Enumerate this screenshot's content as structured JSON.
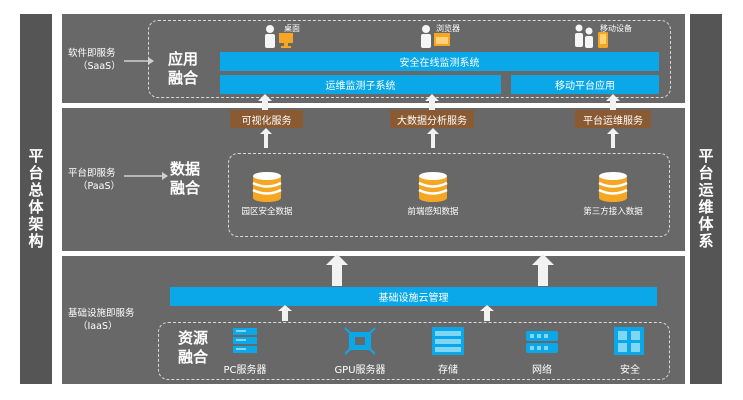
{
  "left_pillar": "平台总体架构",
  "right_pillar": "平台运维体系",
  "saas": {
    "layer_line1": "软件即服务",
    "layer_line2": "（SaaS）",
    "fusion": [
      "应用",
      "融合"
    ],
    "devices": [
      "桌面",
      "浏览器",
      "移动设备"
    ],
    "system_bar": "安全在线监测系统",
    "subsystems": [
      "运维监测子系统",
      "移动平台应用"
    ]
  },
  "paas": {
    "layer_line1": "平台即服务",
    "layer_line2": "（PaaS）",
    "fusion": [
      "数据",
      "融合"
    ],
    "services": [
      "可视化服务",
      "大数据分析服务",
      "平台运维服务"
    ],
    "databases": [
      "园区安全数据",
      "前端感知数据",
      "第三方接入数据"
    ]
  },
  "iaas": {
    "layer_line1": "基础设施即服务",
    "layer_line2": "（IaaS）",
    "fusion": [
      "资源",
      "融合"
    ],
    "cloud_bar": "基础设施云管理",
    "resources": [
      "PC服务器",
      "GPU服务器",
      "存储",
      "网络",
      "安全"
    ]
  },
  "colors": {
    "band": "#686868",
    "pillar": "#555555",
    "blue": "#0aa8e8",
    "brown": "#8a5a32",
    "device_orange": "#f5a623"
  }
}
